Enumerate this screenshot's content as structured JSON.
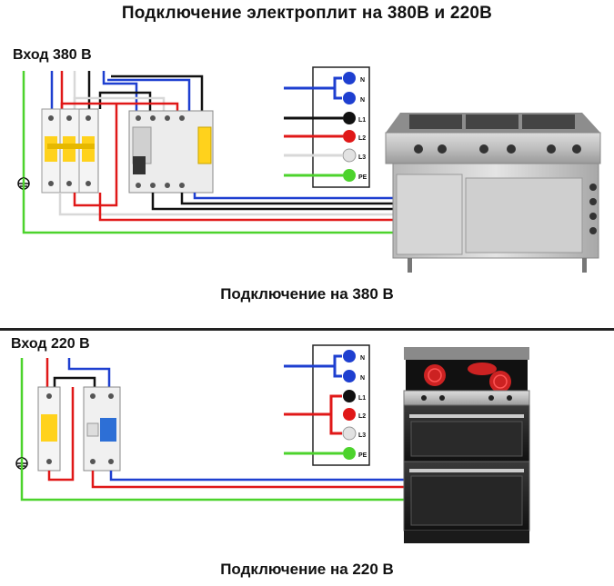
{
  "title": "Подключение электроплит на 380В и 220В",
  "diagram_380": {
    "input_label": "Вход 380 В",
    "caption": "Подключение на 380 В",
    "terminals": [
      "N",
      "N",
      "L1",
      "L2",
      "L3",
      "PE"
    ]
  },
  "diagram_220": {
    "input_label": "Вход 220 В",
    "caption": "Подключение на 220 В",
    "terminals": [
      "N",
      "N",
      "L1",
      "L2",
      "L3",
      "PE"
    ]
  },
  "colors": {
    "neutral": "#1e3fd0",
    "line1": "#111111",
    "line2": "#e01818",
    "line3": "#d8d8d8",
    "ground": "#4cd32c"
  }
}
